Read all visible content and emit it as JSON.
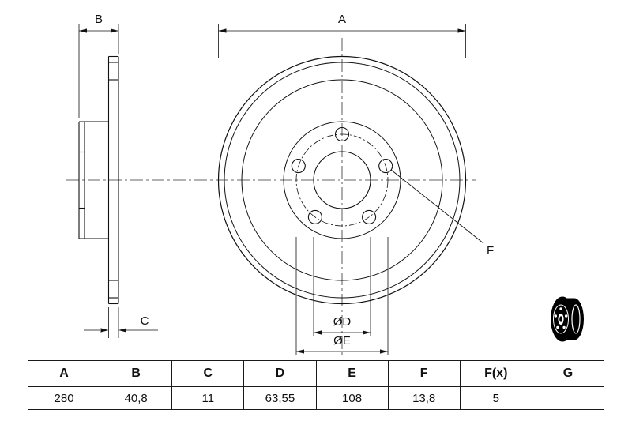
{
  "page": {
    "background": "#ffffff",
    "line_color": "#111111"
  },
  "drawing": {
    "labels": {
      "a": "A",
      "b": "B",
      "c": "C",
      "d": "ØD",
      "e": "ØE",
      "f": "F"
    }
  },
  "table": {
    "headers": [
      "A",
      "B",
      "C",
      "D",
      "E",
      "F",
      "F(x)",
      "G"
    ],
    "values": [
      "280",
      "40,8",
      "11",
      "63,55",
      "108",
      "13,8",
      "5",
      ""
    ]
  }
}
